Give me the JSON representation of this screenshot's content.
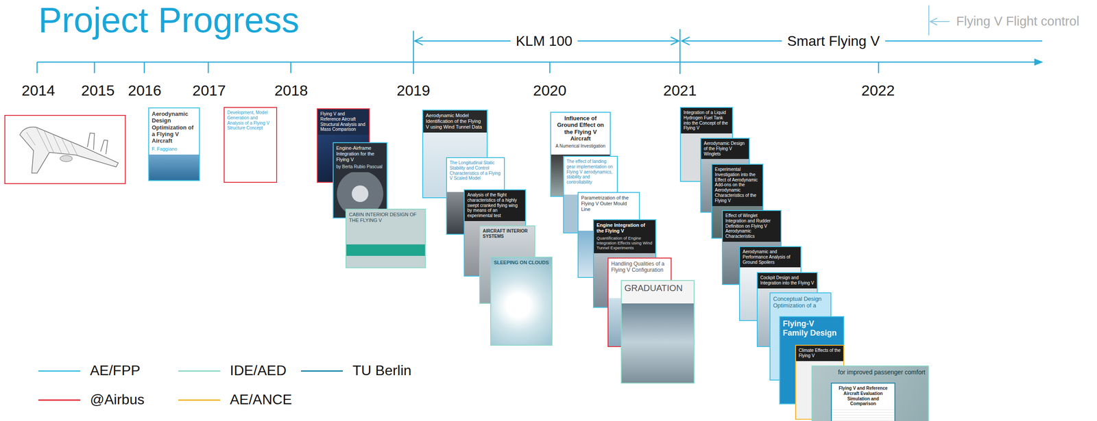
{
  "diagram": {
    "title": "Project Progress",
    "nodes": [
      {
        "text": [
          "Aerodynamic Design Optimization of a Flying V Aircraft",
          "F. Faggiano"
        ]
      },
      {
        "text": [
          "Development, Model Generation and Analysis of a Flying V Structure Concept"
        ]
      },
      {
        "text": [
          "Flying V and Reference Aircraft Structural Analysis and Mass Comparison"
        ]
      },
      {
        "text": [
          "Engine-Airframe Integration for the Flying V",
          "by Berta Rubio Pascual"
        ]
      },
      {
        "text": [
          "CABIN INTERIOR DESIGN OF THE FLYING V"
        ]
      },
      {
        "text": [
          "Aerodynamic Model Identification of the Flying V using Wind Tunnel Data"
        ]
      },
      {
        "text": [
          "The Longitudinal Static Stability and Control Characteristics of a Flying V Scaled Model"
        ]
      },
      {
        "text": [
          "Analysis of the flight characteristics of a highly swept cranked flying wing by means of an experimental test"
        ]
      },
      {
        "text": [
          "AIRCRAFT INTERIOR SYSTEMS"
        ]
      },
      {
        "text": [
          "SLEEPING ON CLOUDS"
        ]
      },
      {
        "text": [
          "Influence of Ground Effect on the Flying V Aircraft",
          "A Numerical Investigation"
        ]
      },
      {
        "text": [
          "The effect of landing gear implementation on Flying V aerodynamics, stability and controllability"
        ]
      },
      {
        "text": [
          "Parametrization of the Flying V Outer Mould Line"
        ]
      },
      {
        "text": [
          "Engine Integration of the Flying V",
          "Quantification of Engine Integration Effects using Wind Tunnel Experiments"
        ]
      },
      {
        "text": [
          "Handling Qualities of a Flying V Configuration"
        ]
      },
      {
        "text": [
          "GRADUATION"
        ]
      },
      {
        "text": [
          "Integration of a Liquid Hydrogen Fuel Tank into the Concept of the Flying V"
        ]
      },
      {
        "text": [
          "Aerodynamic Design of the Flying V Winglets"
        ]
      },
      {
        "text": [
          "Experimental Investigation into the Effect of Aerodynamic Add-ons on the Aerodynamic Characteristics of the Flying V"
        ]
      },
      {
        "text": [
          "Effect of Winglet Integration and Rudder Definition on Flying V Aerodynamic Characteristics"
        ]
      },
      {
        "text": [
          "Aerodynamic and Performance Analysis of Ground Spoilers"
        ]
      },
      {
        "text": [
          "Cockpit Design and Integration into the Flying V"
        ]
      },
      {
        "text": [
          "Conceptual Design Optimization of a"
        ]
      },
      {
        "text": [
          "Flying-V Family Design"
        ]
      },
      {
        "text": [
          "Climate Effects of the Flying V"
        ]
      },
      {
        "text": [
          "for improved passenger comfort"
        ]
      },
      {
        "text": [
          "Flying V and Reference Aircraft Evaluation Simulation and Comparison"
        ]
      }
    ],
    "labels": [
      "2014",
      "2015",
      "2016",
      "2017",
      "2018",
      "2019",
      "2020",
      "2021",
      "2022",
      "KLM 100",
      "Smart Flying V",
      "Flying V Flight control"
    ],
    "legend": [
      {
        "text": "AE/FPP",
        "color": "#3ec1e6"
      },
      {
        "text": "IDE/AED",
        "color": "#8fd8c8"
      },
      {
        "text": "TU Berlin",
        "color": "#1b86ab"
      },
      {
        "text": "@Airbus",
        "color": "#e2333f"
      },
      {
        "text": "AE/ANCE",
        "color": "#f3b530"
      }
    ]
  }
}
